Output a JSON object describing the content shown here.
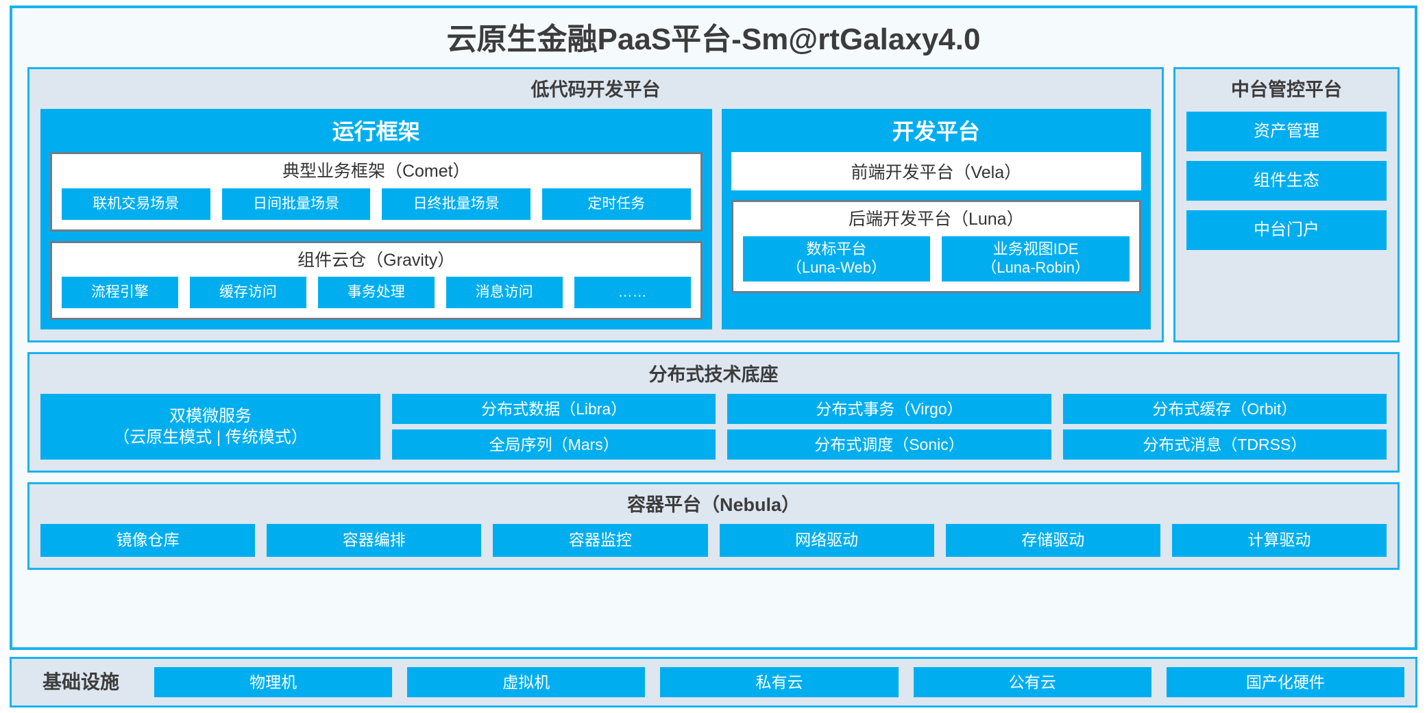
{
  "title": "云原生金融PaaS平台-Sm@rtGalaxy4.0",
  "colors": {
    "accent_blue": "#00AEEF",
    "border_blue": "#1BB2EE",
    "panel_fill": "#DEE6F0",
    "card_border_gray": "#6E7B8B",
    "page_fill": "#F5FBFD",
    "text_dark": "#3C3C3C"
  },
  "lowcode": {
    "title": "低代码开发平台",
    "runtime_frame": {
      "title": "运行框架",
      "comet": {
        "title": "典型业务框架（Comet）",
        "items": [
          "联机交易场景",
          "日间批量场景",
          "日终批量场景",
          "定时任务"
        ]
      },
      "gravity": {
        "title": "组件云仓（Gravity）",
        "items": [
          "流程引擎",
          "缓存访问",
          "事务处理",
          "消息访问",
          "……"
        ]
      }
    },
    "dev_platform": {
      "title": "开发平台",
      "frontend": "前端开发平台（Vela）",
      "backend": {
        "title": "后端开发平台（Luna）",
        "items": [
          "数标平台\n（Luna-Web）",
          "业务视图IDE\n（Luna-Robin）"
        ]
      }
    }
  },
  "midctrl": {
    "title": "中台管控平台",
    "items": [
      "资产管理",
      "组件生态",
      "中台门户"
    ]
  },
  "dist_base": {
    "title": "分布式技术底座",
    "wide": "双模微服务\n（云原生模式 | 传统模式）",
    "columns": [
      [
        "分布式数据（Libra）",
        "全局序列（Mars）"
      ],
      [
        "分布式事务（Virgo）",
        "分布式调度（Sonic）"
      ],
      [
        "分布式缓存（Orbit）",
        "分布式消息（TDRSS）"
      ]
    ]
  },
  "container_platform": {
    "title": "容器平台（Nebula）",
    "items": [
      "镜像仓库",
      "容器编排",
      "容器监控",
      "网络驱动",
      "存储驱动",
      "计算驱动"
    ]
  },
  "infrastructure": {
    "label": "基础设施",
    "items": [
      "物理机",
      "虚拟机",
      "私有云",
      "公有云",
      "国产化硬件"
    ]
  }
}
